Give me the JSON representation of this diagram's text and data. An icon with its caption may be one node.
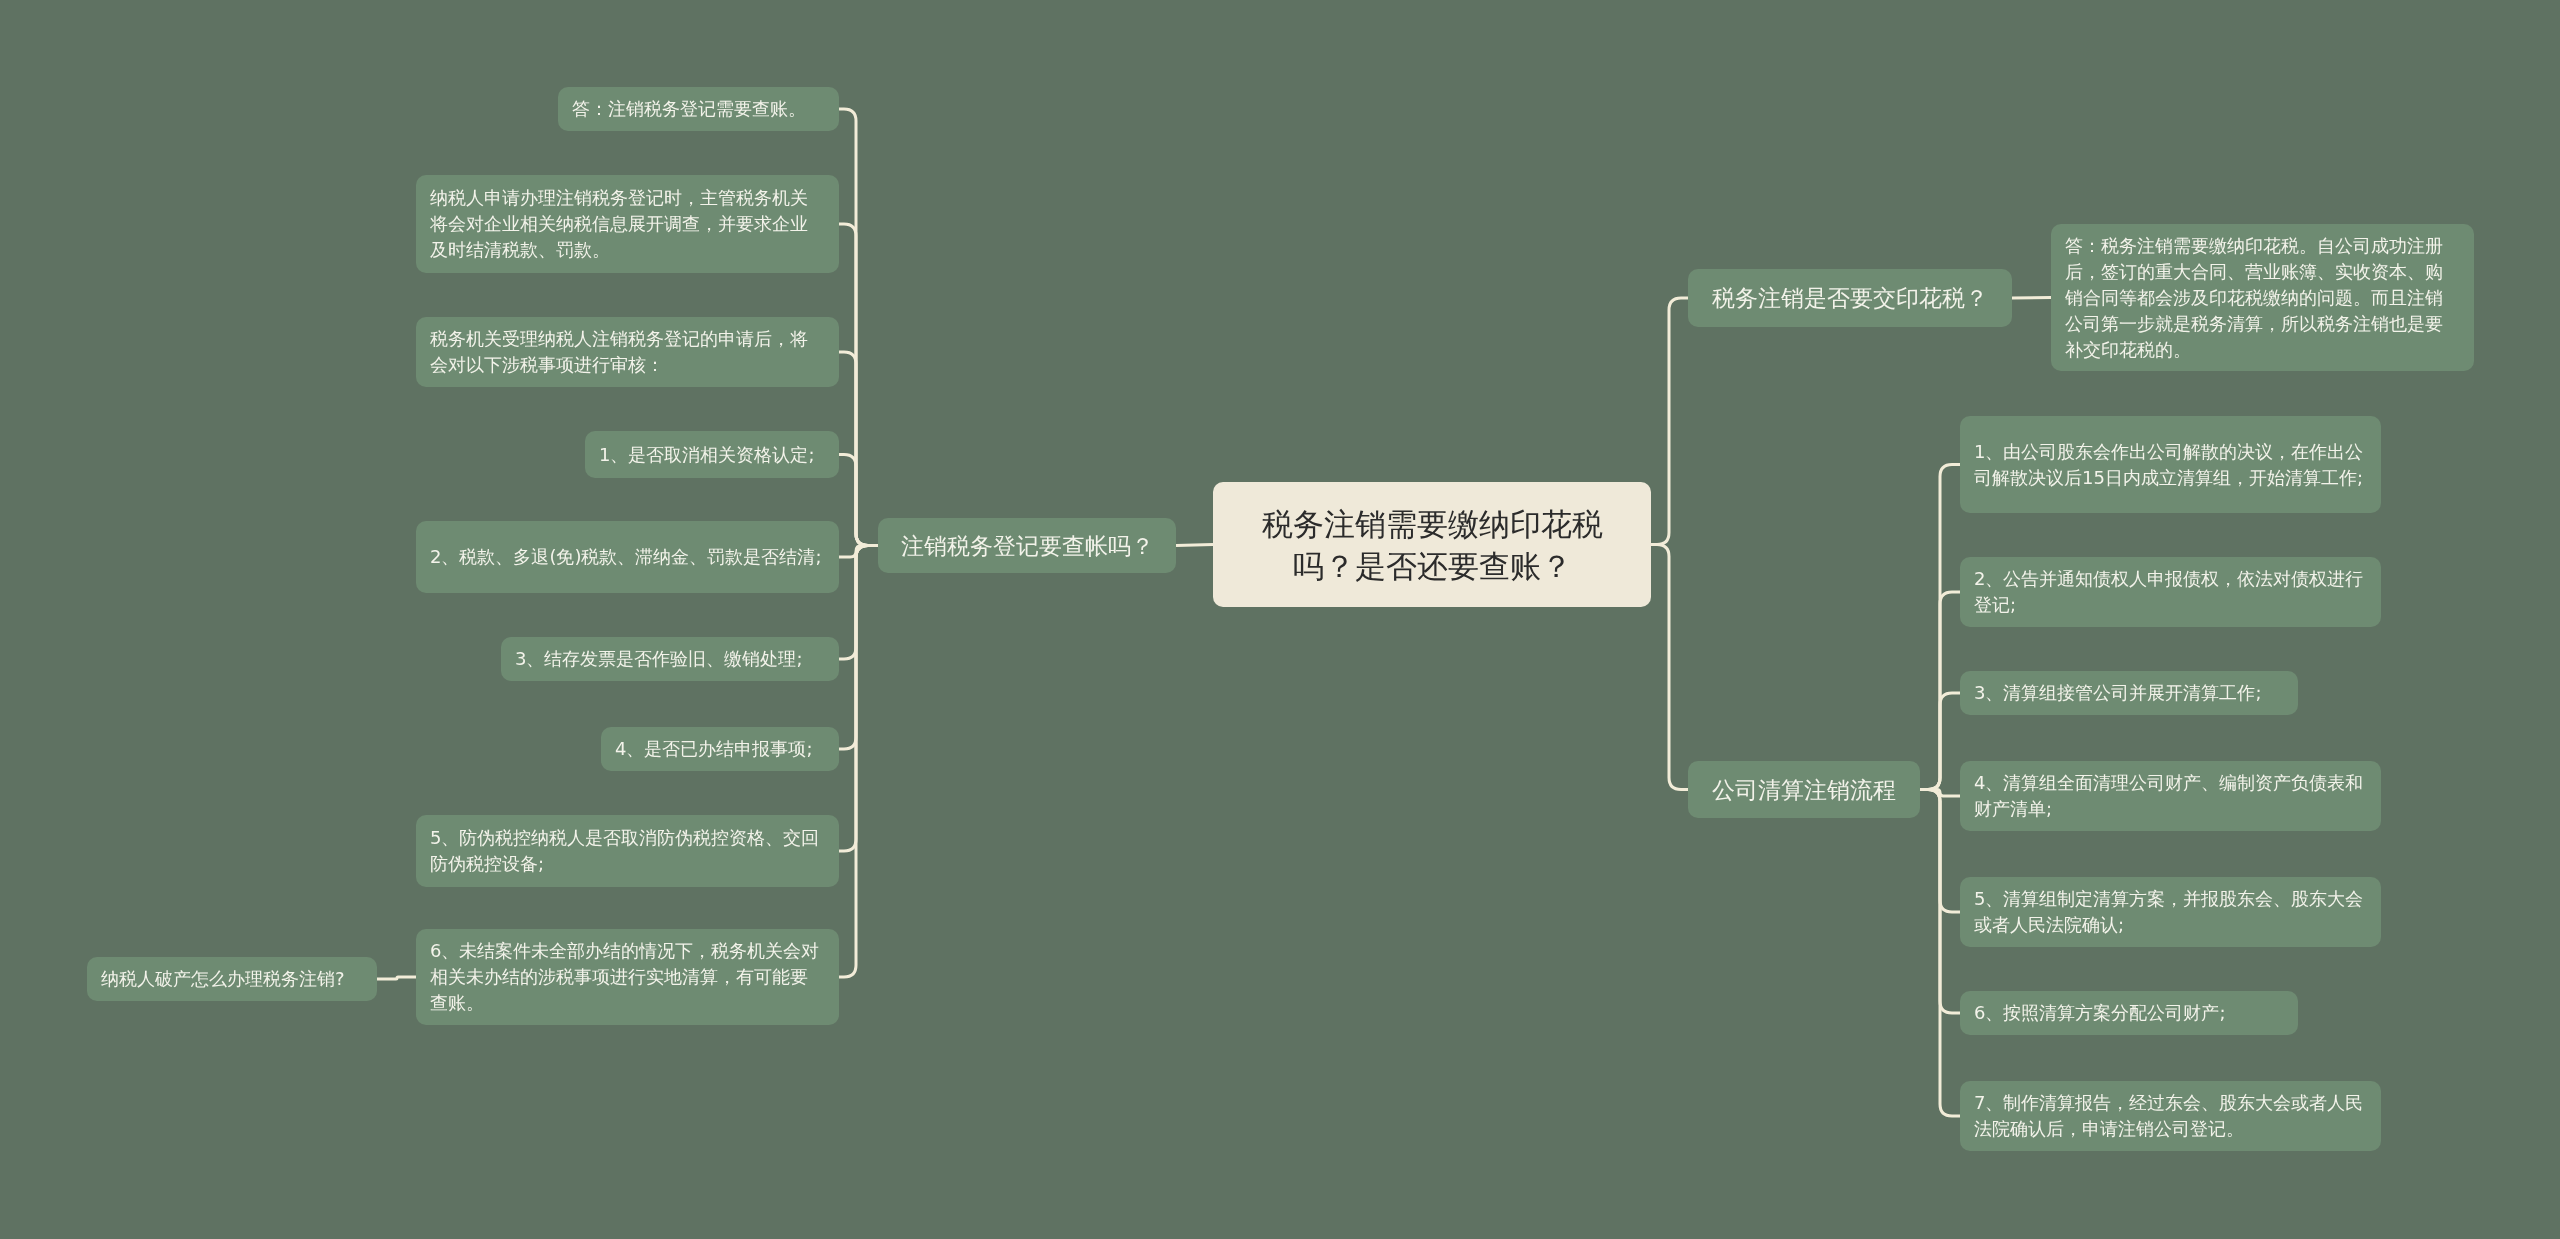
{
  "diagram": {
    "nodes": [
      {
        "text": [
          "税务注销需要缴纳印花税吗？是否还要查账？"
        ]
      },
      {
        "text": [
          "注销税务登记要查帐吗？"
        ]
      },
      {
        "text": [
          "答：注销税务登记需要查账。"
        ]
      },
      {
        "text": [
          "纳税人申请办理注销税务登记时，主管税务机关将会对企业相关纳税信息展开调查，并要求企业及时结清税款、罚款。"
        ]
      },
      {
        "text": [
          "税务机关受理纳税人注销税务登记的申请后，将会对以下涉税事项进行审核："
        ]
      },
      {
        "text": [
          "1、是否取消相关资格认定;"
        ]
      },
      {
        "text": [
          "2、税款、多退(免)税款、滞纳金、罚款是否结清;"
        ]
      },
      {
        "text": [
          "3、结存发票是否作验旧、缴销处理;"
        ]
      },
      {
        "text": [
          "4、是否已办结申报事项;"
        ]
      },
      {
        "text": [
          "5、防伪税控纳税人是否取消防伪税控资格、交回防伪税控设备;"
        ]
      },
      {
        "text": [
          "6、未结案件未全部办结的情况下，税务机关会对相关未办结的涉税事项进行实地清算，有可能要查账。"
        ]
      },
      {
        "text": [
          "纳税人破产怎么办理税务注销?"
        ]
      },
      {
        "text": [
          "税务注销是否要交印花税？"
        ]
      },
      {
        "text": [
          "答：税务注销需要缴纳印花税。自公司成功注册后，签订的重大合同、营业账簿、实收资本、购销合同等都会涉及印花税缴纳的问题。而且注销公司第一步就是税务清算，所以税务注销也是要补交印花税的。"
        ]
      },
      {
        "text": [
          "公司清算注销流程"
        ]
      },
      {
        "text": [
          "1、由公司股东会作出公司解散的决议，在作出公司解散决议后15日内成立清算组，开始清算工作;"
        ]
      },
      {
        "text": [
          "2、公告并通知债权人申报债权，依法对债权进行登记;"
        ]
      },
      {
        "text": [
          "3、清算组接管公司并展开清算工作;"
        ]
      },
      {
        "text": [
          "4、清算组全面清理公司财产、编制资产负债表和财产清单;"
        ]
      },
      {
        "text": [
          "5、清算组制定清算方案，并报股东会、股东大会或者人民法院确认;"
        ]
      },
      {
        "text": [
          "6、按照清算方案分配公司财产;"
        ]
      },
      {
        "text": [
          "7、制作清算报告，经过东会、股东大会或者人民法院确认后，申请注销公司登记。"
        ]
      }
    ],
    "edges": [
      {
        "from": 0,
        "to": 1,
        "arrow": "none"
      },
      {
        "from": 1,
        "to": 2,
        "arrow": "none"
      },
      {
        "from": 1,
        "to": 3,
        "arrow": "none"
      },
      {
        "from": 1,
        "to": 4,
        "arrow": "none"
      },
      {
        "from": 1,
        "to": 5,
        "arrow": "none"
      },
      {
        "from": 1,
        "to": 6,
        "arrow": "none"
      },
      {
        "from": 1,
        "to": 7,
        "arrow": "none"
      },
      {
        "from": 1,
        "to": 8,
        "arrow": "none"
      },
      {
        "from": 1,
        "to": 9,
        "arrow": "none"
      },
      {
        "from": 1,
        "to": 10,
        "arrow": "none"
      },
      {
        "from": 10,
        "to": 11,
        "arrow": "none"
      },
      {
        "from": 0,
        "to": 12,
        "arrow": "none"
      },
      {
        "from": 12,
        "to": 13,
        "arrow": "none"
      },
      {
        "from": 0,
        "to": 14,
        "arrow": "none"
      },
      {
        "from": 14,
        "to": 15,
        "arrow": "none"
      },
      {
        "from": 14,
        "to": 16,
        "arrow": "none"
      },
      {
        "from": 14,
        "to": 17,
        "arrow": "none"
      },
      {
        "from": 14,
        "to": 18,
        "arrow": "none"
      },
      {
        "from": 14,
        "to": 19,
        "arrow": "none"
      },
      {
        "from": 14,
        "to": 20,
        "arrow": "none"
      },
      {
        "from": 14,
        "to": 21,
        "arrow": "none"
      }
    ]
  }
}
